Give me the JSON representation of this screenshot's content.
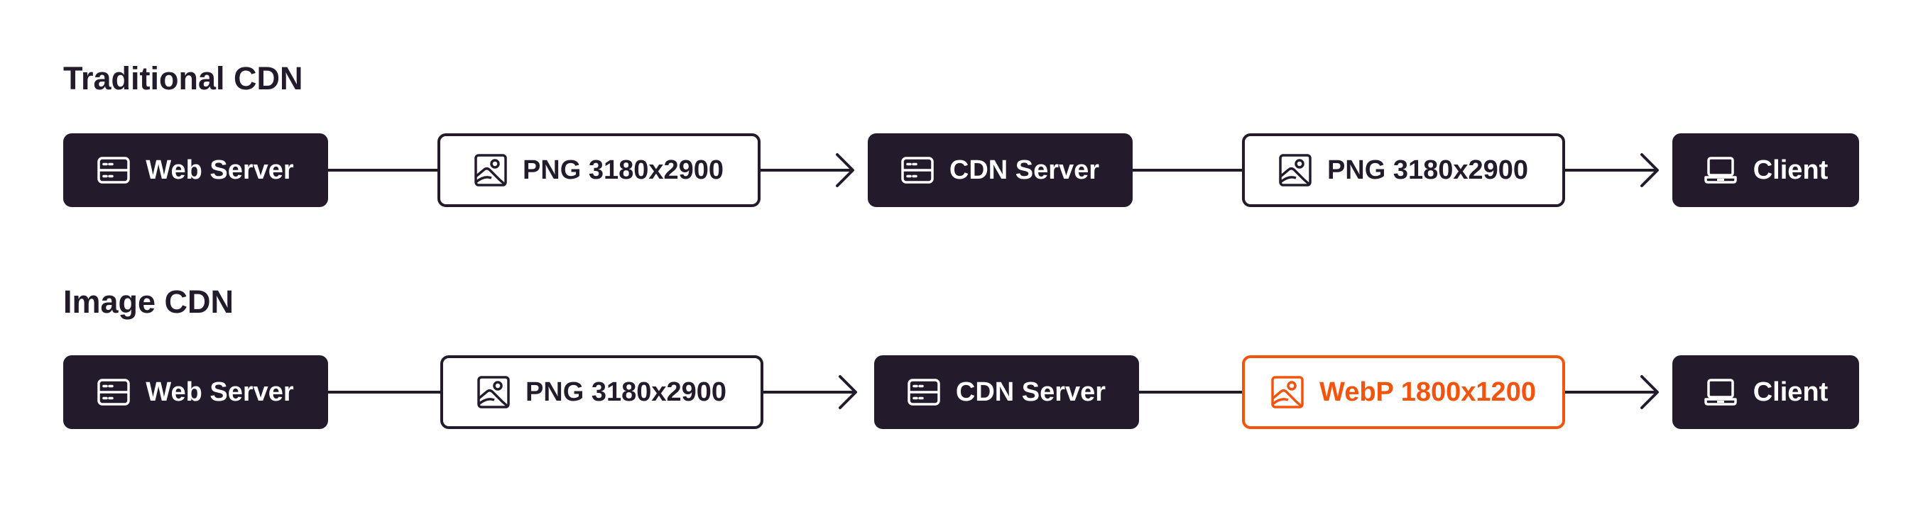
{
  "colors": {
    "dark": "#231b2b",
    "accent": "#f2540d",
    "background": "#ffffff"
  },
  "rows": [
    {
      "title": "Traditional CDN",
      "nodes": [
        {
          "label": "Web Server",
          "icon": "server-icon",
          "style": "dark"
        },
        {
          "label": "PNG 3180x2900",
          "icon": "image-icon",
          "style": "light"
        },
        {
          "label": "CDN Server",
          "icon": "server-icon",
          "style": "dark"
        },
        {
          "label": "PNG 3180x2900",
          "icon": "image-icon",
          "style": "light"
        },
        {
          "label": "Client",
          "icon": "laptop-icon",
          "style": "dark"
        }
      ]
    },
    {
      "title": "Image CDN",
      "nodes": [
        {
          "label": "Web Server",
          "icon": "server-icon",
          "style": "dark"
        },
        {
          "label": "PNG 3180x2900",
          "icon": "image-icon",
          "style": "light"
        },
        {
          "label": "CDN Server",
          "icon": "server-icon",
          "style": "dark"
        },
        {
          "label": "WebP 1800x1200",
          "icon": "image-icon",
          "style": "accent"
        },
        {
          "label": "Client",
          "icon": "laptop-icon",
          "style": "dark"
        }
      ]
    }
  ]
}
